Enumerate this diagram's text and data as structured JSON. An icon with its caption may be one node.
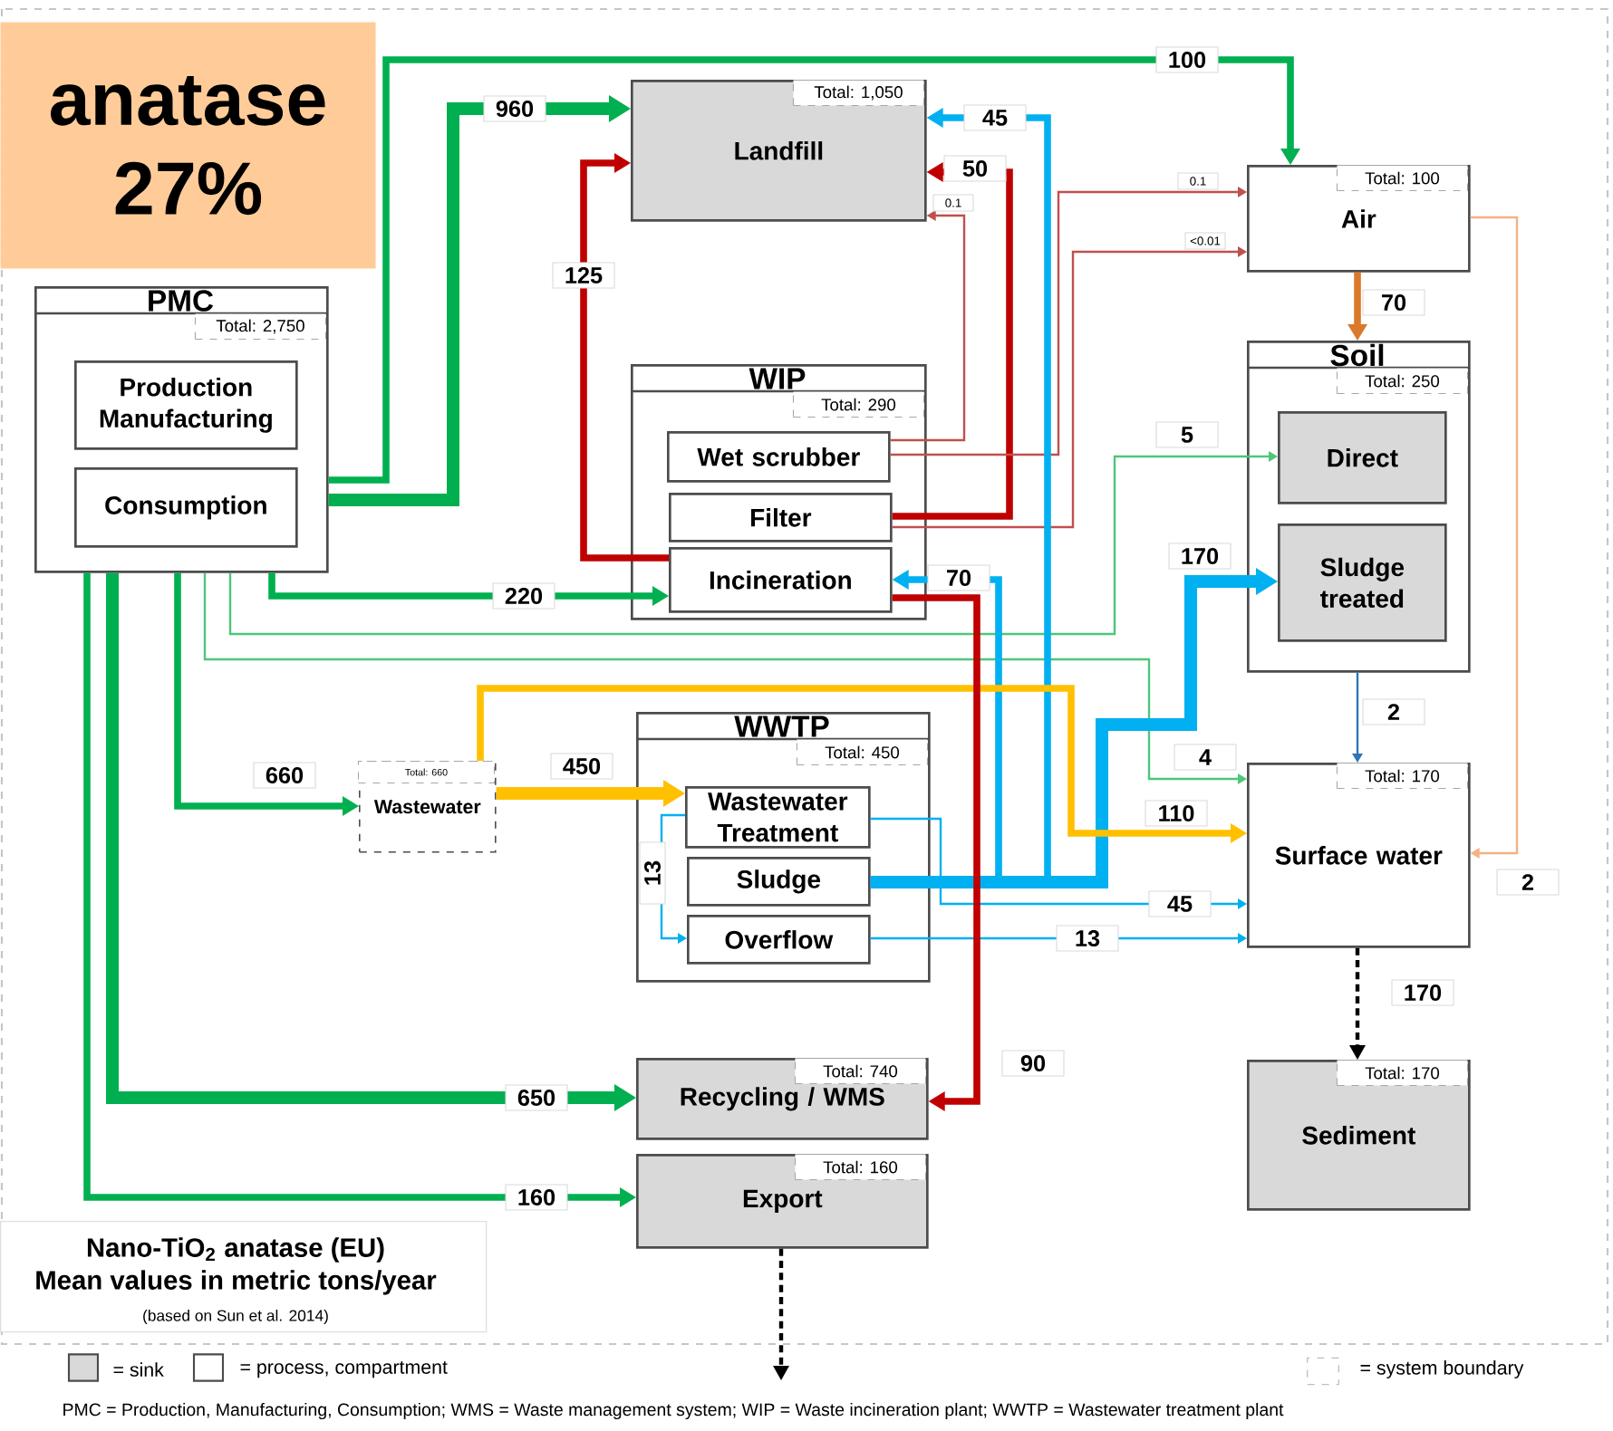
{
  "diagram": {
    "caption": "PMC = Production, Manufacturing, Consumption; WMS = Waste management system; WIP = Waste incineration plant; WWTP = Wastewater treatment plant",
    "nodes": [
      {
        "text": [
          "anatase 27%"
        ]
      },
      {
        "text": [
          "PMC",
          "Total: 2,750"
        ]
      },
      {
        "text": [
          "Production Manufacturing"
        ],
        "in": 1
      },
      {
        "text": [
          "Consumption"
        ],
        "in": 1
      },
      {
        "text": [
          "Total: 1,050",
          "Landfill"
        ]
      },
      {
        "text": [
          "Total: 100",
          "Air"
        ]
      },
      {
        "text": [
          "WIP",
          "Total: 290"
        ]
      },
      {
        "text": [
          "Wet scrubber"
        ],
        "in": 6
      },
      {
        "text": [
          "Filter"
        ],
        "in": 6
      },
      {
        "text": [
          "Incineration"
        ],
        "in": 6
      },
      {
        "text": [
          "Soil",
          "Total: 250"
        ]
      },
      {
        "text": [
          "Direct"
        ],
        "in": 10
      },
      {
        "text": [
          "Sludge treated"
        ],
        "in": 10
      },
      {
        "text": [
          "Total: 660",
          "Wastewater"
        ]
      },
      {
        "text": [
          "WWTP",
          "Total: 450"
        ]
      },
      {
        "text": [
          "Wastewater Treatment"
        ],
        "in": 14
      },
      {
        "text": [
          "Sludge"
        ],
        "in": 14
      },
      {
        "text": [
          "Overflow"
        ],
        "in": 14
      },
      {
        "text": [
          "Total: 170",
          "Surface water"
        ]
      },
      {
        "text": [
          "Total: 740",
          "Recycling / WMS"
        ]
      },
      {
        "text": [
          "Total: 160",
          "Export"
        ]
      },
      {
        "text": [
          "Total: 170",
          "Sediment"
        ]
      },
      {
        "text": [
          "Nano-TiO$_{2}$ anatase (EU)",
          "Mean values in metric tons/year",
          "(based on Sun et al. 2014)"
        ]
      }
    ],
    "edges": [
      {
        "from": 1,
        "to": 5,
        "arrow": "to",
        "label": "100"
      },
      {
        "from": 1,
        "to": 4,
        "arrow": "to",
        "label": "960",
        "style": "thick"
      },
      {
        "from": 1,
        "to": 9,
        "arrow": "to",
        "label": "220"
      },
      {
        "from": 1,
        "to": 11,
        "arrow": "to",
        "label": "5",
        "color": "#4fc67a"
      },
      {
        "from": 1,
        "to": 18,
        "arrow": "to",
        "label": "4",
        "color": "#4fc67a"
      },
      {
        "from": 1,
        "to": 13,
        "arrow": "to",
        "label": "660"
      },
      {
        "from": 1,
        "to": 19,
        "arrow": "to",
        "label": "650",
        "style": "thick"
      },
      {
        "from": 1,
        "to": 20,
        "arrow": "to",
        "label": "160"
      },
      {
        "from": 9,
        "to": 4,
        "arrow": "to",
        "label": "125",
        "color": "#c00000"
      },
      {
        "from": 8,
        "to": 4,
        "arrow": "to",
        "label": "50",
        "color": "#c00000"
      },
      {
        "from": 7,
        "to": 4,
        "arrow": "to",
        "label": "0.1",
        "color": "#c0504d"
      },
      {
        "from": 7,
        "to": 5,
        "arrow": "to",
        "label": "0.1",
        "color": "#c0504d"
      },
      {
        "from": 8,
        "to": 5,
        "arrow": "to",
        "label": "<0.01",
        "color": "#c0504d"
      },
      {
        "from": 16,
        "to": 4,
        "arrow": "to",
        "label": "45",
        "color": "#00b0f0"
      },
      {
        "from": 16,
        "to": 9,
        "arrow": "to",
        "label": "70",
        "color": "#00b0f0"
      },
      {
        "from": 16,
        "to": 12,
        "arrow": "to",
        "label": "170",
        "style": "thick",
        "color": "#00b0f0"
      },
      {
        "from": 13,
        "to": 15,
        "arrow": "to",
        "label": "450",
        "style": "thick",
        "color": "#ffc000"
      },
      {
        "from": 13,
        "to": 18,
        "arrow": "to",
        "label": "110",
        "color": "#ffc000"
      },
      {
        "from": 15,
        "to": 17,
        "arrow": "to",
        "label": "13",
        "color": "#00b0f0"
      },
      {
        "from": 15,
        "to": 18,
        "arrow": "to",
        "label": "45",
        "color": "#00b0f0"
      },
      {
        "from": 17,
        "to": 18,
        "arrow": "to",
        "label": "13",
        "color": "#00b0f0"
      },
      {
        "from": 5,
        "to": 10,
        "arrow": "to",
        "label": "70",
        "color": "#d97a2b"
      },
      {
        "from": 5,
        "to": 18,
        "arrow": "to",
        "label": "2",
        "color": "#f4b183"
      },
      {
        "from": 10,
        "to": 18,
        "arrow": "to",
        "label": "2",
        "color": "#2e75b6"
      },
      {
        "from": 9,
        "to": 19,
        "arrow": "to",
        "label": "90",
        "color": "#c00000"
      },
      {
        "from": 18,
        "to": 21,
        "arrow": "to",
        "label": "170",
        "style": "dashed",
        "color": "#000000"
      },
      {
        "from": 20,
        "to": null,
        "arrow": "to",
        "style": "dashed",
        "color": "#000000"
      }
    ],
    "legend": [
      {
        "text": "= sink",
        "color": "#d9d9d9"
      },
      {
        "text": "= process, compartment",
        "color": "#ffffff"
      },
      {
        "text": "= system boundary"
      }
    ]
  }
}
